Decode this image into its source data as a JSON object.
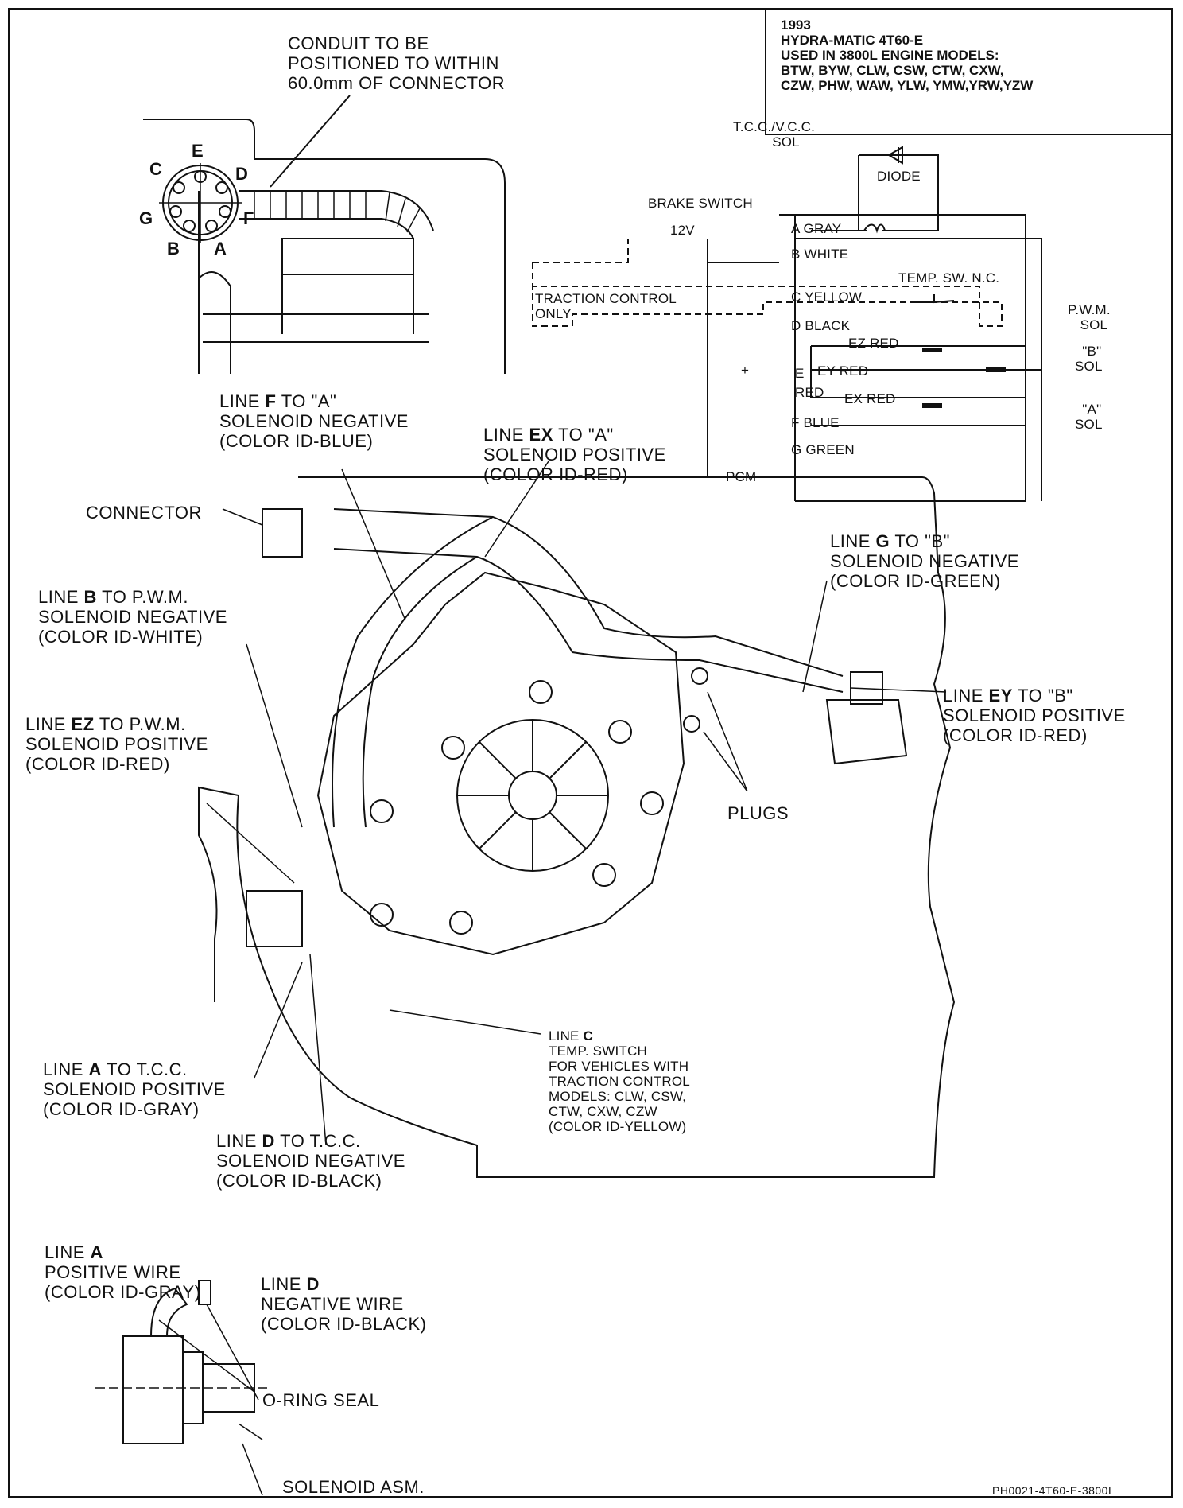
{
  "info_box": {
    "line1": "1993",
    "line2": "HYDRA-MATIC 4T60-E",
    "line3": "USED IN 3800L ENGINE MODELS:",
    "line4": "BTW, BYW, CLW, CSW, CTW, CXW,",
    "line5": "CZW, PHW, WAW, YLW, YMW,YRW,YZW"
  },
  "conduit_note": [
    "CONDUIT TO BE",
    "POSITIONED TO WITHIN",
    "60.0mm OF CONNECTOR"
  ],
  "pin_letters": {
    "a": "A",
    "b": "B",
    "c": "C",
    "d": "D",
    "e": "E",
    "f": "F",
    "g": "G"
  },
  "schematic": {
    "tcc_vcc_sol": [
      "T.C.C./V.C.C.",
      "SOL"
    ],
    "diode": "DIODE",
    "brake_switch": "BRAKE SWITCH",
    "voltage": "12V",
    "traction_control": [
      "TRACTION CONTROL",
      "ONLY"
    ],
    "temp_switch": "TEMP. SW. N.C.",
    "pcm": "PCM",
    "plus": "+",
    "pins": {
      "a": "A GRAY",
      "b": "B WHITE",
      "c": "C YELLOW",
      "d": "D BLACK",
      "e": "E",
      "e_red": "RED",
      "ez": "EZ RED",
      "ey": "EY RED",
      "ex": "EX RED",
      "f": "F BLUE",
      "g": "G GREEN"
    },
    "pwm_sol": [
      "P.W.M.",
      "SOL"
    ],
    "b_sol": [
      "\"B\"",
      "SOL"
    ],
    "a_sol": [
      "\"A\"",
      "SOL"
    ]
  },
  "callouts": {
    "line_f": {
      "line": "LINE",
      "code": "F",
      "rest": "TO \"A\"",
      "l2": "SOLENOID NEGATIVE",
      "l3": "(COLOR ID-BLUE)"
    },
    "line_ex": {
      "line": "LINE",
      "code": "EX",
      "rest": "TO \"A\"",
      "l2": "SOLENOID POSITIVE",
      "l3": "(COLOR ID-RED)"
    },
    "connector": "CONNECTOR",
    "line_g": {
      "line": "LINE",
      "code": "G",
      "rest": "TO \"B\"",
      "l2": "SOLENOID NEGATIVE",
      "l3": "(COLOR ID-GREEN)"
    },
    "line_b": {
      "line": "LINE",
      "code": "B",
      "rest": "TO P.W.M.",
      "l2": "SOLENOID NEGATIVE",
      "l3": "(COLOR ID-WHITE)"
    },
    "line_ey": {
      "line": "LINE",
      "code": "EY",
      "rest": "TO \"B\"",
      "l2": "SOLENOID POSITIVE",
      "l3": "(COLOR ID-RED)"
    },
    "line_ez": {
      "line": "LINE",
      "code": "EZ",
      "rest": "TO P.W.M.",
      "l2": "SOLENOID POSITIVE",
      "l3": "(COLOR ID-RED)"
    },
    "plugs": "PLUGS",
    "line_c": {
      "line": "LINE",
      "code": "C",
      "l2": "TEMP. SWITCH",
      "l3": "FOR VEHICLES WITH",
      "l4": "TRACTION CONTROL",
      "l5": "MODELS: CLW, CSW,",
      "l6": "CTW, CXW, CZW",
      "l7": "(COLOR ID-YELLOW)"
    },
    "line_a": {
      "line": "LINE",
      "code": "A",
      "rest": "TO T.C.C.",
      "l2": "SOLENOID POSITIVE",
      "l3": "(COLOR ID-GRAY)"
    },
    "line_d": {
      "line": "LINE",
      "code": "D",
      "rest": "TO T.C.C.",
      "l2": "SOLENOID NEGATIVE",
      "l3": "(COLOR ID-BLACK)"
    }
  },
  "detail": {
    "line_a": {
      "line": "LINE",
      "code": "A",
      "l2": "POSITIVE WIRE",
      "l3": "(COLOR ID-GRAY)"
    },
    "line_d": {
      "line": "LINE",
      "code": "D",
      "l2": "NEGATIVE WIRE",
      "l3": "(COLOR ID-BLACK)"
    },
    "o_ring": "O-RING SEAL",
    "solenoid_asm": "SOLENOID ASM."
  },
  "figure_code": "PH0021-4T60-E-3800L"
}
